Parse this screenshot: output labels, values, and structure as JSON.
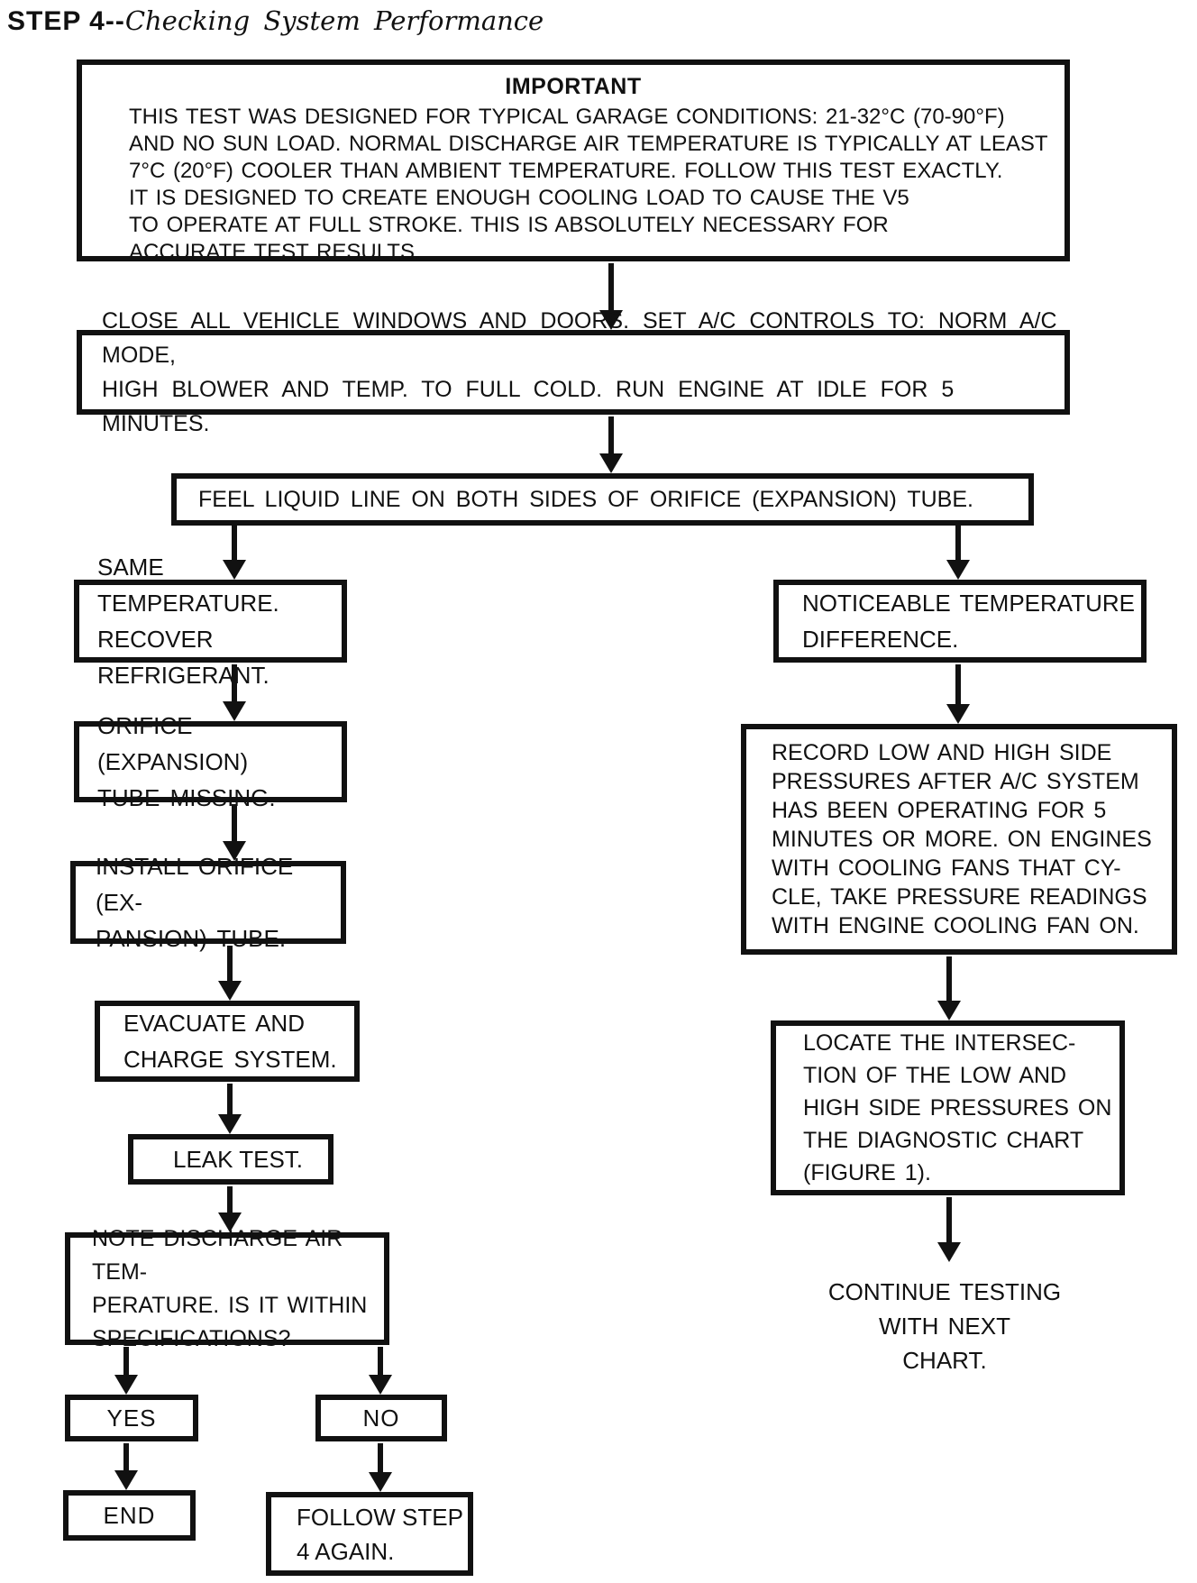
{
  "page": {
    "title_step": "STEP 4--",
    "title_text": "Checking System Performance"
  },
  "important": {
    "heading": "IMPORTANT",
    "lines": [
      "THIS TEST WAS DESIGNED FOR TYPICAL GARAGE CONDITIONS: 21-32°C (70-90°F)",
      "AND NO SUN LOAD. NORMAL DISCHARGE AIR TEMPERATURE IS TYPICALLY AT LEAST",
      "7°C (20°F) COOLER THAN AMBIENT TEMPERATURE. FOLLOW THIS TEST EXACTLY.",
      "IT IS DESIGNED TO CREATE ENOUGH COOLING LOAD TO CAUSE THE V5",
      "TO OPERATE AT FULL STROKE. THIS IS ABSOLUTELY NECESSARY FOR",
      "ACCURATE TEST RESULTS."
    ]
  },
  "flow": {
    "close_controls": {
      "lines": [
        "CLOSE ALL VEHICLE WINDOWS AND DOORS. SET A/C CONTROLS TO: NORM A/C MODE,",
        "HIGH BLOWER AND TEMP. TO FULL COLD. RUN ENGINE AT IDLE FOR 5 MINUTES."
      ]
    },
    "feel_liquid_line": {
      "text": "FEEL LIQUID LINE ON BOTH SIDES OF ORIFICE (EXPANSION) TUBE."
    },
    "same_temperature": {
      "lines": [
        "SAME TEMPERATURE.",
        "RECOVER REFRIGERANT."
      ]
    },
    "orifice_missing": {
      "lines": [
        "ORIFICE (EXPANSION)",
        "TUBE MISSING."
      ]
    },
    "install_orifice": {
      "lines": [
        "INSTALL ORIFICE (EX-",
        "PANSION) TUBE."
      ]
    },
    "evacuate_charge": {
      "lines": [
        "EVACUATE AND",
        "CHARGE SYSTEM."
      ]
    },
    "leak_test": {
      "text": "LEAK TEST."
    },
    "note_discharge": {
      "lines": [
        "NOTE DISCHARGE AIR TEM-",
        "PERATURE. IS IT WITHIN",
        "SPECIFICATIONS?"
      ]
    },
    "yes_label": "YES",
    "no_label": "NO",
    "end_label": "END",
    "follow_step": {
      "lines": [
        "FOLLOW STEP",
        "4 AGAIN."
      ]
    },
    "noticeable_difference": {
      "lines": [
        "NOTICEABLE TEMPERATURE",
        "DIFFERENCE."
      ]
    },
    "record_pressures": {
      "lines": [
        "RECORD LOW AND HIGH SIDE",
        "PRESSURES AFTER A/C SYSTEM",
        "HAS BEEN OPERATING FOR 5",
        "MINUTES OR MORE. ON ENGINES",
        "WITH COOLING FANS THAT CY-",
        "CLE, TAKE PRESSURE READINGS",
        "WITH ENGINE COOLING FAN ON."
      ]
    },
    "locate_intersection": {
      "lines": [
        "LOCATE THE INTERSEC-",
        "TION OF THE LOW AND",
        "HIGH SIDE PRESSURES ON",
        "THE DIAGNOSTIC CHART",
        "(FIGURE 1)."
      ]
    },
    "continue_testing": {
      "lines": [
        "CONTINUE TESTING",
        "WITH NEXT",
        "CHART."
      ]
    }
  },
  "colors": {
    "ink": "#111111",
    "paper": "#ffffff"
  }
}
